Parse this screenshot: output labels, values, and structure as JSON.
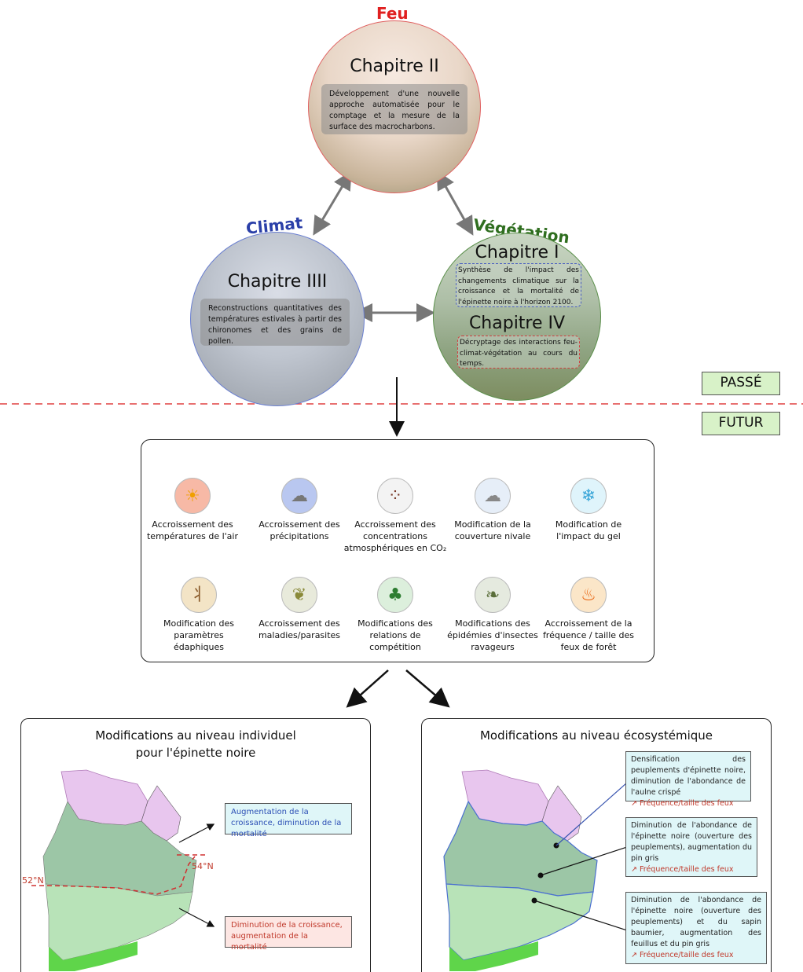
{
  "top": {
    "feu_label": "Feu",
    "climat_label": "Climat",
    "veg_label": "Végétation",
    "chap2_title": "Chapitre II",
    "chap2_text": "Développement d'une nouvelle approche automatisée pour le comptage et la mesure de la surface des macrocharbons.",
    "chap3_title": "Chapitre IIII",
    "chap3_text": "Reconstructions quantitatives des températures estivales à partir des chironomes et des grains de pollen.",
    "chap1_title": "Chapitre I",
    "chap1_text": "Synthèse de l'impact des changements climatique sur la croissance et la mortalité de l'épinette noire à l'horizon 2100.",
    "chap4_title": "Chapitre IV",
    "chap4_text": "Décryptage des interactions feu-climat-végétation au cours du temps."
  },
  "timeline": {
    "passe": "PASSÉ",
    "futur": "FUTUR"
  },
  "factors": [
    {
      "label": "Accroissement des températures de l'air",
      "icon": "sun-icon",
      "glyph": "☀",
      "color": "#f7b9a6"
    },
    {
      "label": "Accroissement des précipitations",
      "icon": "rain-cloud-icon",
      "glyph": "☁",
      "color": "#b9c7f0"
    },
    {
      "label": "Accroissement des concentrations atmosphériques en CO₂",
      "icon": "co2-particles-icon",
      "glyph": "⁘",
      "color": "#f3f3f3"
    },
    {
      "label": "Modification de la couverture nivale",
      "icon": "snow-cloud-icon",
      "glyph": "☁",
      "color": "#e6eef8"
    },
    {
      "label": "Modification de l'impact du gel",
      "icon": "snowflake-icon",
      "glyph": "❄",
      "color": "#dff4fb"
    },
    {
      "label": "Modification des paramètres édaphiques",
      "icon": "soil-roots-icon",
      "glyph": "⺦",
      "color": "#f3e4c6"
    },
    {
      "label": "Accroissement des maladies/parasites",
      "icon": "branch-disease-icon",
      "glyph": "❦",
      "color": "#e8eadb"
    },
    {
      "label": "Modifications des relations de compétition",
      "icon": "trees-icon",
      "glyph": "♣",
      "color": "#dcefdc"
    },
    {
      "label": "Modifications des épidémies d'insectes ravageurs",
      "icon": "insect-branch-icon",
      "glyph": "❧",
      "color": "#e5eadf"
    },
    {
      "label": "Accroissement de la fréquence / taille des feux de forêt",
      "icon": "fire-icon",
      "glyph": "♨",
      "color": "#fbe6c8"
    }
  ],
  "left_panel": {
    "title_line1": "Modifications au niveau individuel",
    "title_line2": "pour l'épinette noire",
    "note_up": "Augmentation de la croissance, diminution de la mortalité",
    "note_down": "Diminution de la croissance, augmentation de la mortalité",
    "lat52": "52°N",
    "lat54": "54°N"
  },
  "right_panel": {
    "title": "Modifications au niveau écosystémique",
    "notes": [
      {
        "text": "Densification des peuplements d'épinette noire, diminution de l'abondance de l'aulne crispé",
        "fire": "↗ Fréquence/taille des feux"
      },
      {
        "text": "Diminution de l'abondance de l'épinette noire (ouverture des peuplements), augmentation du pin gris",
        "fire": "↗ Fréquence/taille des feux"
      },
      {
        "text": "Diminution de l'abondance de l'épinette noire (ouverture des peuplements) et du sapin baumier, augmentation des feuillus et du pin gris",
        "fire": "↗ Fréquence/taille des feux"
      }
    ]
  },
  "colors": {
    "feu": "#e02020",
    "climat": "#2a3fa8",
    "vegetation": "#2f6e1f",
    "timeline_line": "#e04040",
    "tag_fill": "#d8f2c8"
  }
}
